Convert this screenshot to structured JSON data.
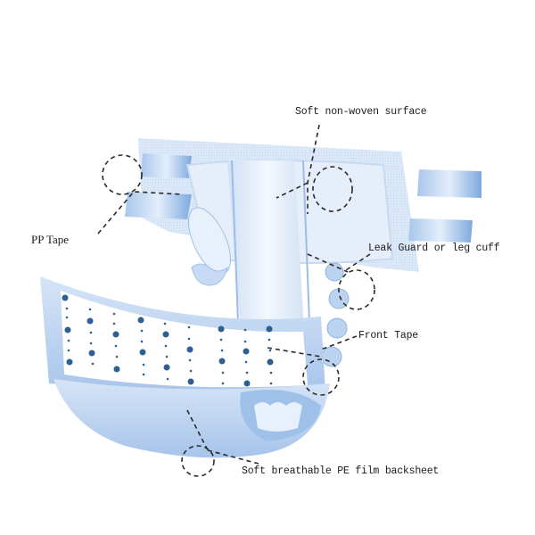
{
  "diagram": {
    "subject": "Adult diaper structure",
    "colors": {
      "primary_blue": "#9fc0e8",
      "light_blue": "#dce9f8",
      "pale_blue": "#eef4fc",
      "dark_blue": "#6f9fd8",
      "dot_blue": "#2f5f8f",
      "callout_line": "#2a2a2a",
      "label_text": "#1a1a1a"
    },
    "labels": [
      {
        "id": "non-woven",
        "text": "Soft non-woven surface"
      },
      {
        "id": "pp-tape",
        "text": "PP Tape"
      },
      {
        "id": "leak-guard",
        "text": "Leak Guard or leg cuff"
      },
      {
        "id": "front-tape",
        "text": "Front Tape"
      },
      {
        "id": "backsheet",
        "text": "Soft breathable PE film backsheet"
      }
    ],
    "wetness_indicator": {
      "columns": [
        [
          "3",
          "•",
          "•",
          "3",
          "•",
          "•",
          "3"
        ],
        [
          "•",
          "2",
          "•",
          "•",
          "2",
          "•"
        ],
        [
          "•",
          "•",
          "1",
          "•",
          "•",
          "1"
        ],
        [
          "1",
          "•",
          "•",
          "1",
          "•",
          "•",
          "3"
        ],
        [
          "•",
          "2",
          "•",
          "•",
          "2",
          "•"
        ],
        [
          "•",
          "3",
          "•",
          "•",
          "3",
          "•"
        ],
        [
          "1",
          "•",
          "•",
          "1",
          "•",
          "•"
        ],
        [
          "•",
          "2",
          "•",
          "•",
          "2",
          "•"
        ],
        [
          "3",
          "•",
          "•",
          "3",
          "•",
          "•"
        ]
      ]
    }
  }
}
